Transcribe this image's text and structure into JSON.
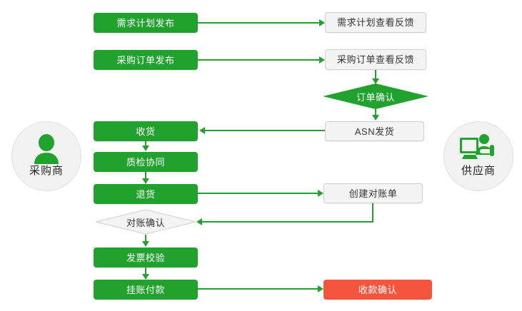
{
  "diagram": {
    "type": "flowchart",
    "title": "",
    "colors": {
      "green": "#21a22f",
      "gray_fill": "#f4f4f4",
      "gray_border": "#cfcfcf",
      "red": "#f4553c",
      "actor_fill": "#f2f2f2",
      "text_light": "#ffffff",
      "text_dark": "#333333"
    },
    "actors": [
      {
        "id": "buyer",
        "label": "采购商",
        "icon": "person-icon",
        "side": "left"
      },
      {
        "id": "supplier",
        "label": "供应商",
        "icon": "person-at-computer-icon",
        "side": "right"
      }
    ],
    "nodes": [
      {
        "id": "n1",
        "label": "需求计划发布",
        "shape": "rect",
        "style": "green",
        "column": "left"
      },
      {
        "id": "n2",
        "label": "需求计划查看反馈",
        "shape": "rect",
        "style": "gray",
        "column": "right"
      },
      {
        "id": "n3",
        "label": "采购订单发布",
        "shape": "rect",
        "style": "green",
        "column": "left"
      },
      {
        "id": "n4",
        "label": "采购订单查看反馈",
        "shape": "rect",
        "style": "gray",
        "column": "right"
      },
      {
        "id": "n5",
        "label": "订单确认",
        "shape": "diamond",
        "style": "green",
        "column": "right"
      },
      {
        "id": "n6",
        "label": "ASN发货",
        "shape": "rect",
        "style": "gray",
        "column": "right"
      },
      {
        "id": "n7",
        "label": "收货",
        "shape": "rect",
        "style": "green",
        "column": "left"
      },
      {
        "id": "n8",
        "label": "质检协同",
        "shape": "rect",
        "style": "green",
        "column": "left"
      },
      {
        "id": "n9",
        "label": "退货",
        "shape": "rect",
        "style": "green",
        "column": "left"
      },
      {
        "id": "n10",
        "label": "创建对账单",
        "shape": "rect",
        "style": "gray",
        "column": "right"
      },
      {
        "id": "n11",
        "label": "对账确认",
        "shape": "diamond",
        "style": "gray",
        "column": "left"
      },
      {
        "id": "n12",
        "label": "发票校验",
        "shape": "rect",
        "style": "green",
        "column": "left"
      },
      {
        "id": "n13",
        "label": "挂账付款",
        "shape": "rect",
        "style": "green",
        "column": "left"
      },
      {
        "id": "n14",
        "label": "收款确认",
        "shape": "rect",
        "style": "red",
        "column": "right"
      }
    ],
    "edges": [
      {
        "from": "n1",
        "to": "n2",
        "dir": "right"
      },
      {
        "from": "n3",
        "to": "n4",
        "dir": "right"
      },
      {
        "from": "n4",
        "to": "n5",
        "dir": "down"
      },
      {
        "from": "n5",
        "to": "n6",
        "dir": "down"
      },
      {
        "from": "n6",
        "to": "n7",
        "dir": "left"
      },
      {
        "from": "n7",
        "to": "n8",
        "dir": "down"
      },
      {
        "from": "n8",
        "to": "n9",
        "dir": "down"
      },
      {
        "from": "n9",
        "to": "n10",
        "dir": "right"
      },
      {
        "from": "n10",
        "to": "n11",
        "dir": "left"
      },
      {
        "from": "n11",
        "to": "n12",
        "dir": "down"
      },
      {
        "from": "n12",
        "to": "n13",
        "dir": "down"
      },
      {
        "from": "n13",
        "to": "n14",
        "dir": "right"
      }
    ]
  }
}
